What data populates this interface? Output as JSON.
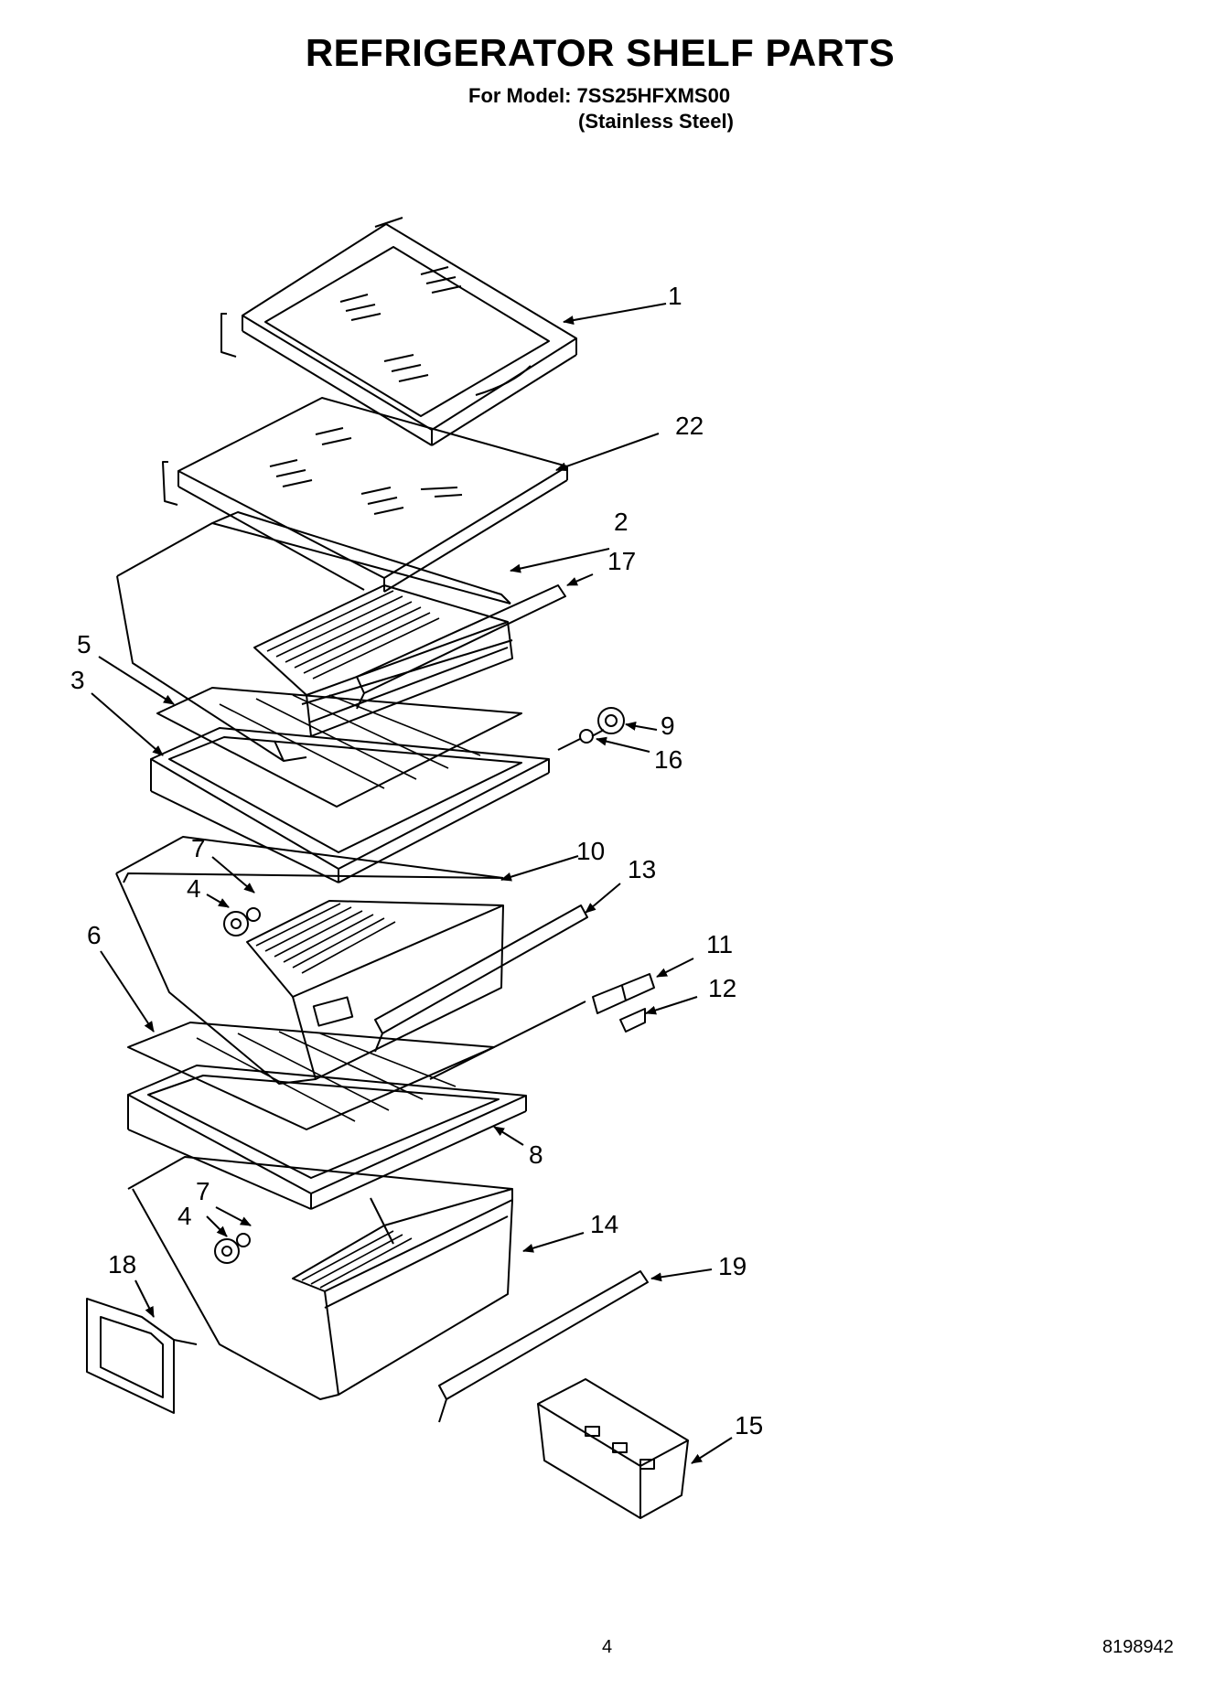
{
  "header": {
    "title": "REFRIGERATOR SHELF PARTS",
    "model_line": "For Model: 7SS25HFXMS00",
    "finish_line": "(Stainless Steel)"
  },
  "callouts": {
    "c1": "1",
    "c22": "22",
    "c2": "2",
    "c17": "17",
    "c5": "5",
    "c3": "3",
    "c9": "9",
    "c16": "16",
    "c7a": "7",
    "c4a": "4",
    "c10": "10",
    "c13": "13",
    "c6": "6",
    "c11": "11",
    "c12": "12",
    "c8": "8",
    "c7b": "7",
    "c4b": "4",
    "c14": "14",
    "c18": "18",
    "c19": "19",
    "c15": "15"
  },
  "footer": {
    "page_number": "4",
    "doc_number": "8198942"
  }
}
